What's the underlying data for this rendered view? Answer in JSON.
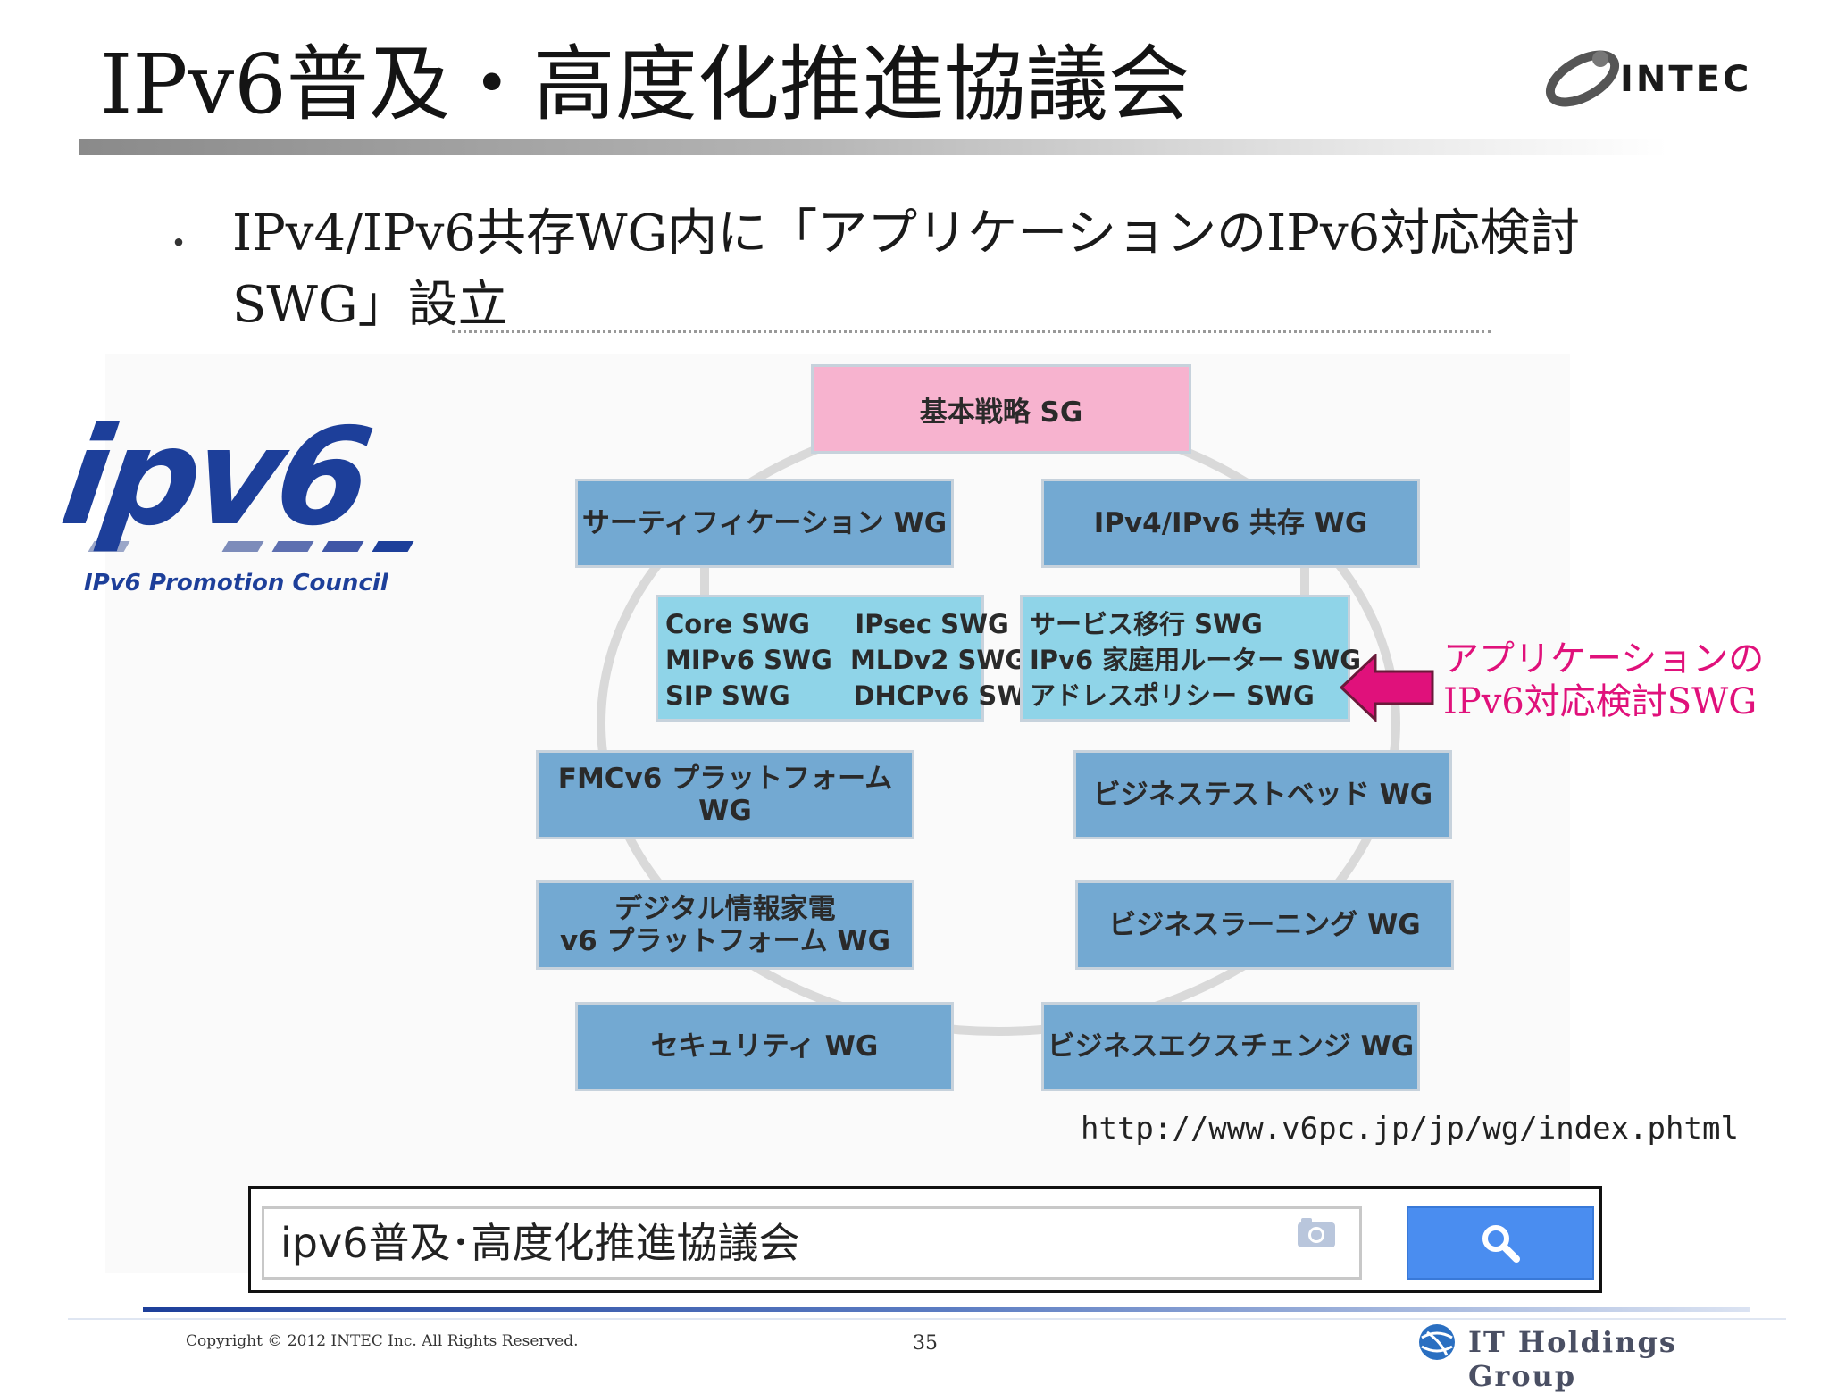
{
  "slide": {
    "title": "IPv6普及・高度化推進協議会",
    "bullet_marker": "・",
    "bullet_text": "IPv4/IPv6共存WG内に「アプリケーションのIPv6対応検討SWG」設立",
    "brand_logo_text": "INTEC",
    "ipv6_logo": {
      "word": "ipv6",
      "subtitle": "IPv6 Promotion Council"
    }
  },
  "diagram": {
    "top": "基本戦略 SG",
    "left_wgs": [
      "サーティフィケーション WG",
      "FMCv6 プラットフォーム WG",
      "デジタル情報家電\nv6 プラットフォーム WG",
      "セキュリティ WG"
    ],
    "right_wgs": [
      "IPv4/IPv6 共存 WG",
      "ビジネステストベッド WG",
      "ビジネスラーニング WG",
      "ビジネスエクスチェンジ WG"
    ],
    "cert_swgs": [
      "Core SWG     IPsec SWG",
      "MIPv6 SWG  MLDv2 SWG",
      "SIP SWG       DHCPv6 SWG"
    ],
    "coexist_swgs": [
      "サービス移行 SWG",
      "IPv6 家庭用ルーター SWG",
      "アドレスポリシー SWG"
    ],
    "annotation": [
      "アプリケーションの",
      "IPv6対応検討SWG"
    ],
    "colors": {
      "wg": "#73a9d2",
      "sg": "#f7b3cf",
      "swg": "#8fd4e8",
      "annotation": "#e0117b",
      "arrow": "#e0117b"
    }
  },
  "source_url": "http://www.v6pc.jp/jp/wg/index.phtml",
  "search": {
    "query": "ipv6普及･高度化推進協議会",
    "camera_icon": "camera-icon",
    "search_icon": "magnifier-icon"
  },
  "footer": {
    "copyright": "Copyright © 2012 INTEC Inc. All Rights Reserved.",
    "page_number": "35",
    "group_name": "IT Holdings Group"
  }
}
